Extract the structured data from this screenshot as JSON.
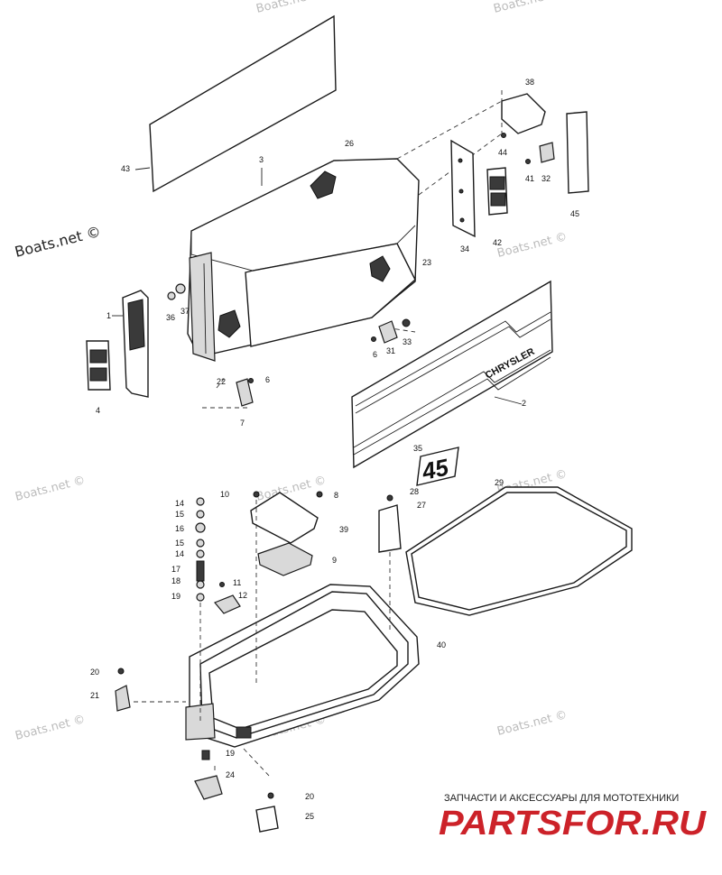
{
  "watermark": "Boats.net ©",
  "brand": {
    "tagline": "ЗАПЧАСТИ И АКСЕССУАРЫ ДЛЯ МОТОТЕХНИКИ",
    "logo": "PARTSFOR.RU",
    "color": "#cc2229"
  },
  "decal": {
    "maker": "CHRYSLER",
    "model": "45"
  },
  "callouts": [
    "1",
    "2",
    "3",
    "4",
    "6",
    "6",
    "7",
    "8",
    "9",
    "10",
    "11",
    "12",
    "14",
    "14",
    "15",
    "15",
    "16",
    "17",
    "18",
    "19",
    "19",
    "20",
    "20",
    "21",
    "22",
    "23",
    "24",
    "25",
    "26",
    "27",
    "28",
    "29",
    "31",
    "32",
    "33",
    "34",
    "35",
    "36",
    "37",
    "38",
    "39",
    "40",
    "41",
    "42",
    "43",
    "44",
    "45"
  ]
}
